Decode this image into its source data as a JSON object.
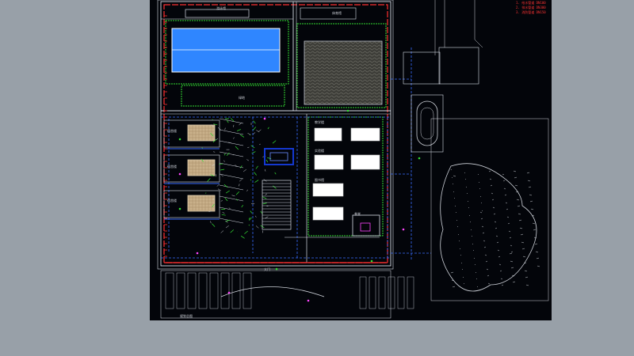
{
  "app": {
    "background_color": "#98a0a8",
    "canvas_color": "#03050a"
  },
  "colors": {
    "boundary": "#ff3030",
    "road": "#d8dde6",
    "pipe": "#3a6cff",
    "vegetation": "#33dd33",
    "pool_fill": "#2f86ff",
    "building_fill": "#c9b08a",
    "hall_fill": "#ffffff",
    "annotation": "#ff3333",
    "stadium": "#1438d0"
  },
  "drawing": {
    "labels": {
      "top_building": "游泳馆",
      "field_building": "体育馆",
      "grass_strip": "绿地",
      "block_a": "宿舍楼",
      "block_b": "宿舍楼",
      "block_c": "宿舍楼",
      "hall_1": "教学楼",
      "hall_2": "实验楼",
      "hall_3": "图书馆",
      "canteen": "食堂",
      "gate": "大门",
      "footer": "规划总图"
    },
    "notes": [
      "1. 给水管道 DN100",
      "2. 排水管道 DN300",
      "3. 消防管道 DN150"
    ]
  }
}
